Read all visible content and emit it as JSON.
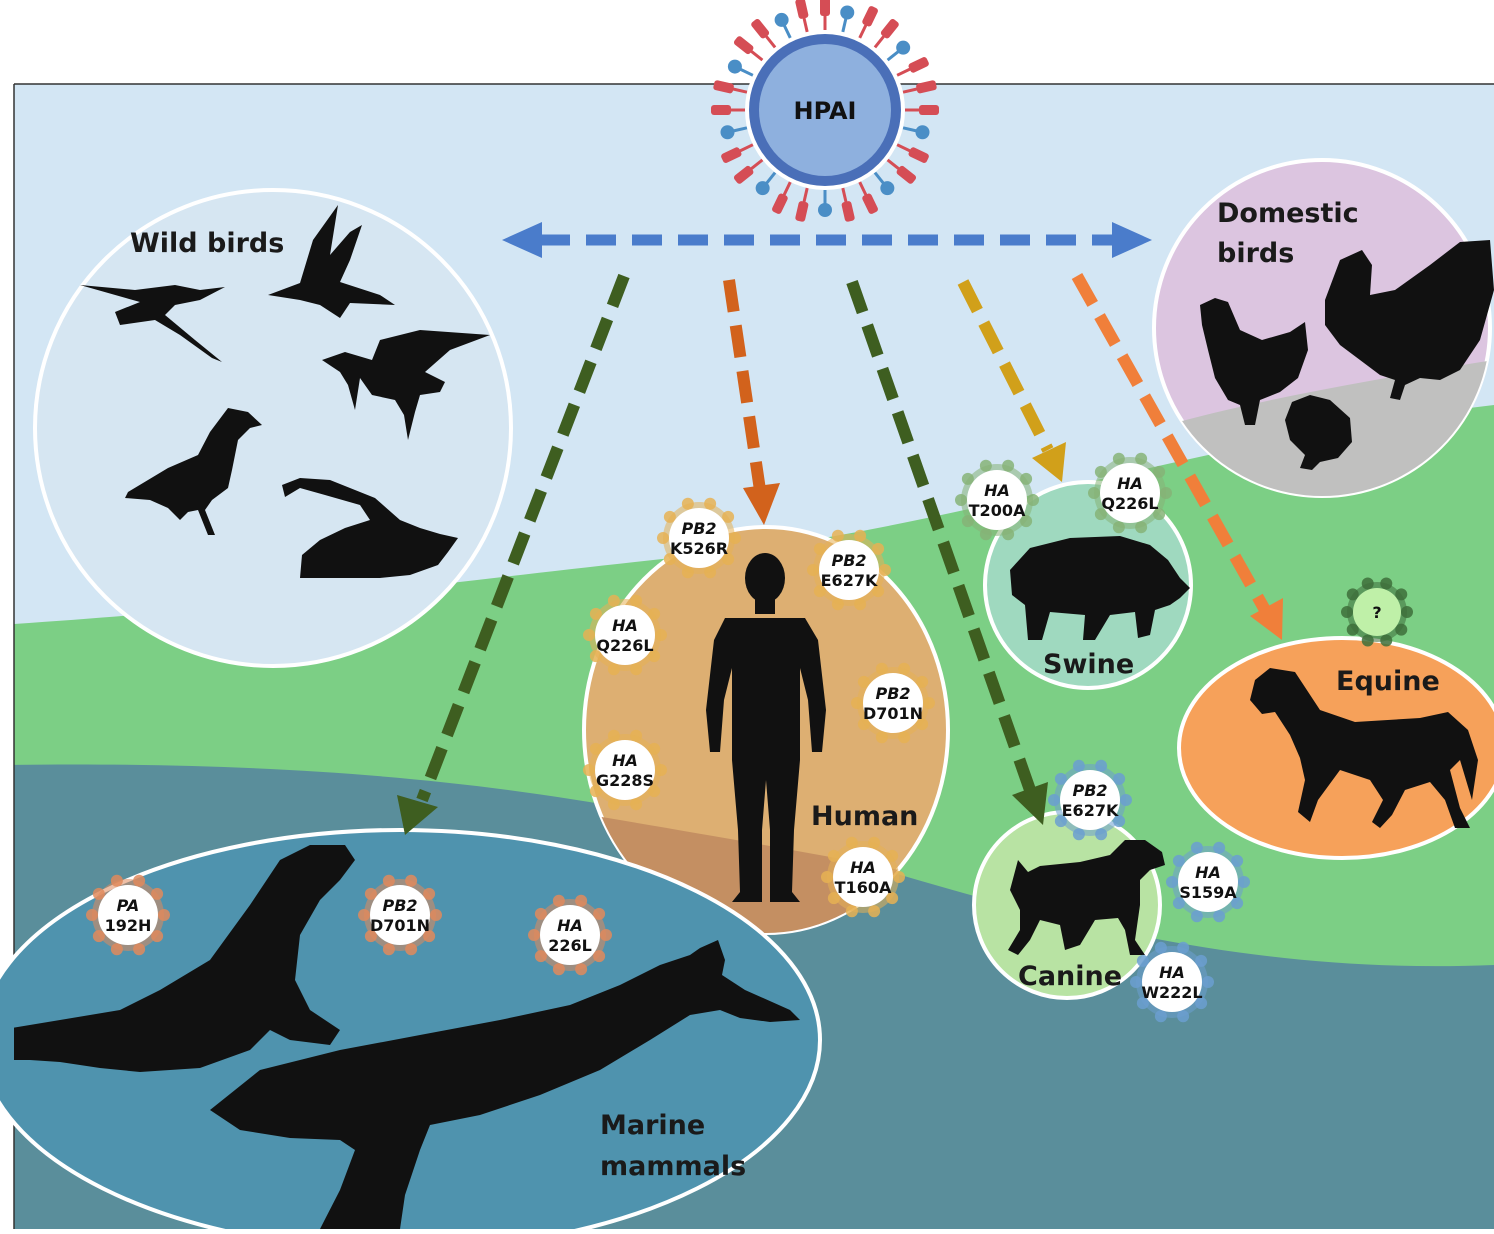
{
  "virus": {
    "label": "HPAI"
  },
  "hosts": {
    "wild_birds": "Wild birds",
    "domestic_birds": [
      "Domestic",
      "birds"
    ],
    "human": "Human",
    "swine": "Swine",
    "equine": "Equine",
    "canine": "Canine",
    "marine_mammals": [
      "Marine",
      "mammals"
    ]
  },
  "mutations": {
    "human": [
      {
        "gene": "PB2",
        "code": "K526R"
      },
      {
        "gene": "PB2",
        "code": "E627K"
      },
      {
        "gene": "HA",
        "code": "Q226L"
      },
      {
        "gene": "PB2",
        "code": "D701N"
      },
      {
        "gene": "HA",
        "code": "G228S"
      },
      {
        "gene": "HA",
        "code": "T160A"
      }
    ],
    "swine": [
      {
        "gene": "HA",
        "code": "T200A"
      },
      {
        "gene": "HA",
        "code": "Q226L"
      }
    ],
    "equine": [
      {
        "gene": "",
        "code": "?"
      }
    ],
    "canine": [
      {
        "gene": "PB2",
        "code": "E627K"
      },
      {
        "gene": "HA",
        "code": "S159A"
      },
      {
        "gene": "HA",
        "code": "W222L"
      }
    ],
    "marine": [
      {
        "gene": "PA",
        "code": "192H"
      },
      {
        "gene": "PB2",
        "code": "D701N"
      },
      {
        "gene": "HA",
        "code": "226L"
      }
    ]
  },
  "colors": {
    "sky": "#d3e6f4",
    "grass": "#7ccf85",
    "water": "#5a8e9b",
    "bird_arrow": "#4a7ccb",
    "orange_arrow": "#d2621c",
    "green_arrow": "#3e5e20",
    "gold_arrow": "#d1a01a",
    "light_orange_arrow": "#f07f3a",
    "virus_core": "#8eb0de",
    "spike_red": "#d54d55",
    "spike_blue": "#4a8ec6"
  },
  "icons": [
    "virus-icon",
    "duck-silhouette",
    "swan-silhouette",
    "goose-silhouette",
    "chicken-silhouette",
    "turkey-silhouette",
    "chick-silhouette",
    "human-silhouette",
    "pig-silhouette",
    "horse-silhouette",
    "dog-silhouette",
    "sea-lion-silhouette",
    "whale-silhouette"
  ]
}
